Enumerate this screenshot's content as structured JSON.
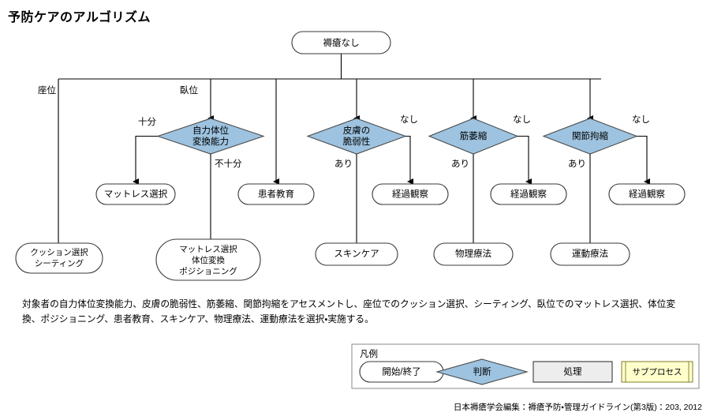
{
  "title": "予防ケアのアルゴリズム",
  "start_node": {
    "id": "start",
    "label": "褥瘡なし",
    "shape": "rounded"
  },
  "branch_labels": {
    "sitting": "座位",
    "lying": "臥位"
  },
  "decisions": [
    {
      "id": "d1",
      "label_lines": [
        "自力体位",
        "変換能力"
      ],
      "shape": "diamond",
      "yes_label": "十分",
      "no_label": "不十分",
      "yes_side": "left",
      "no_side": "bottom"
    },
    {
      "id": "d2",
      "label_lines": [
        "皮膚の",
        "脆弱性"
      ],
      "shape": "diamond",
      "yes_label": "あり",
      "no_label": "なし",
      "yes_side": "bottom",
      "no_side": "right"
    },
    {
      "id": "d3",
      "label_lines": [
        "筋萎縮"
      ],
      "shape": "diamond",
      "yes_label": "あり",
      "no_label": "なし",
      "yes_side": "bottom",
      "no_side": "right"
    },
    {
      "id": "d4",
      "label_lines": [
        "関節拘縮"
      ],
      "shape": "diamond",
      "yes_label": "あり",
      "no_label": "なし",
      "yes_side": "bottom",
      "no_side": "right"
    }
  ],
  "mid_nodes": [
    {
      "id": "m1",
      "label_lines": [
        "マットレス選択"
      ],
      "shape": "rounded"
    },
    {
      "id": "m2",
      "label_lines": [
        "患者教育"
      ],
      "shape": "rounded"
    },
    {
      "id": "m3",
      "label_lines": [
        "経過観察"
      ],
      "shape": "rounded"
    },
    {
      "id": "m4",
      "label_lines": [
        "経過観察"
      ],
      "shape": "rounded"
    },
    {
      "id": "m5",
      "label_lines": [
        "経過観察"
      ],
      "shape": "rounded"
    }
  ],
  "bottom_nodes": [
    {
      "id": "b1",
      "label_lines": [
        "クッション選択",
        "シーティング"
      ],
      "shape": "rounded"
    },
    {
      "id": "b2",
      "label_lines": [
        "マットレス選択",
        "体位変換",
        "ポジショニング"
      ],
      "shape": "rounded"
    },
    {
      "id": "b3",
      "label_lines": [
        "スキンケア"
      ],
      "shape": "rounded"
    },
    {
      "id": "b4",
      "label_lines": [
        "物理療法"
      ],
      "shape": "rounded"
    },
    {
      "id": "b5",
      "label_lines": [
        "運動療法"
      ],
      "shape": "rounded"
    }
  ],
  "description": "対象者の自力体位変換能力、皮膚の脆弱性、筋萎縮、関節拘縮をアセスメントし、座位でのクッション選択、シーティング、臥位でのマットレス選択、体位変換、ポジショニング、患者教育、スキンケア、物理療法、運動療法を選択・実施する。",
  "legend": {
    "title": "凡例",
    "items": [
      {
        "id": "lg1",
        "label": "開始/終了",
        "shape": "rounded"
      },
      {
        "id": "lg2",
        "label": "判断",
        "shape": "diamond"
      },
      {
        "id": "lg3",
        "label": "処理",
        "shape": "process"
      },
      {
        "id": "lg4",
        "label": "サブプロセス",
        "shape": "subprocess"
      }
    ]
  },
  "footer": "日本褥瘡学会編集：褥瘡予防・管理ガイドライン(第3版)：203, 2012",
  "colors": {
    "decision_fill": "#9dc3e0",
    "node_fill": "#ffffff",
    "process_fill": "#ededed",
    "subprocess_fill": "#ffffcc",
    "stroke": "#3a3a3a",
    "legend_border": "#8a8a8a"
  }
}
